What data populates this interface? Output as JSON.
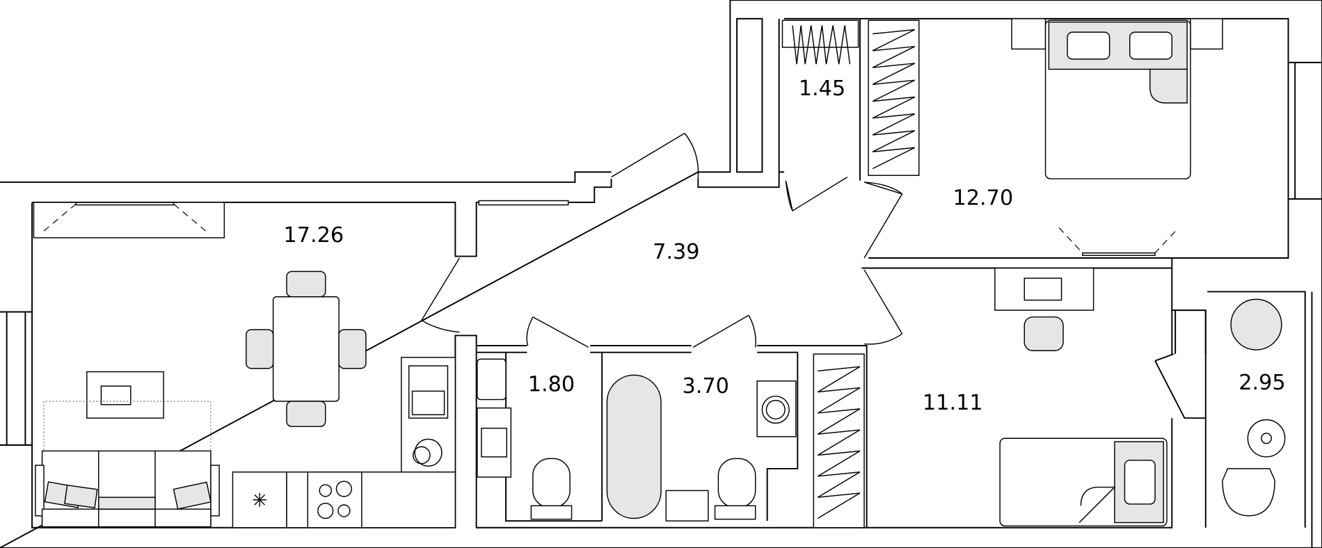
{
  "plan": {
    "rooms": [
      {
        "id": "living-kitchen",
        "area": "17.26"
      },
      {
        "id": "hall",
        "area": "7.39"
      },
      {
        "id": "closet",
        "area": "1.45"
      },
      {
        "id": "bedroom",
        "area": "12.70"
      },
      {
        "id": "toilet",
        "area": "1.80"
      },
      {
        "id": "bathroom",
        "area": "3.70"
      },
      {
        "id": "second-room",
        "area": "11.11"
      },
      {
        "id": "balcony",
        "area": "2.95"
      }
    ],
    "colors": {
      "wall": "#000000",
      "furniture-fill": "#e6e6e6",
      "background": "#ffffff"
    }
  }
}
